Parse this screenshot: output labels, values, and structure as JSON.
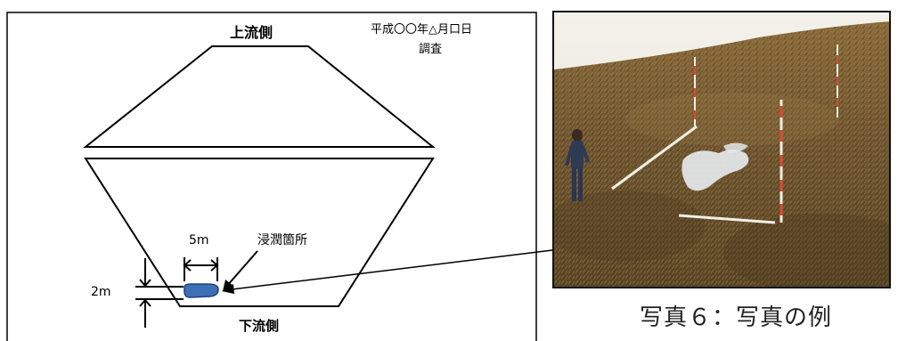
{
  "diagram": {
    "upstream_label": "上流側",
    "downstream_label": "下流側",
    "date_line1": "平成〇〇年△月口日",
    "date_line2": "調査",
    "width_label": "5m",
    "height_label": "2m",
    "seepage_label": "浸潤箇所",
    "seepage_color": "#3f6fb5"
  },
  "photo": {
    "caption": "写真６：写真の例"
  }
}
